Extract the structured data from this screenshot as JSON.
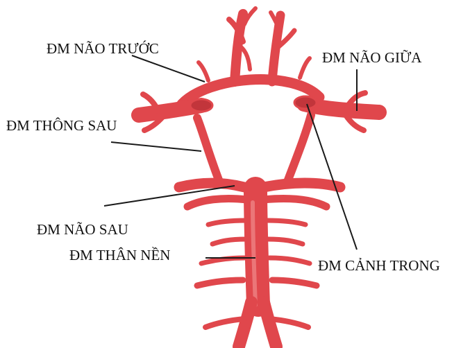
{
  "labels": {
    "anterior_cerebral": "ĐM NÃO TRƯỚC",
    "middle_cerebral": "ĐM NÃO GIỮA",
    "posterior_communicating": "ĐM THÔNG SAU",
    "posterior_cerebral": "ĐM NÃO SAU",
    "basilar": "ĐM THÂN NỀN",
    "internal_carotid": "ĐM CẢNH TRONG"
  },
  "colors": {
    "artery": "#e0474c",
    "artery_dark": "#c2353b",
    "artery_highlight": "#f08a8c",
    "leader_line": "#1a1a1a",
    "text": "#111111"
  }
}
